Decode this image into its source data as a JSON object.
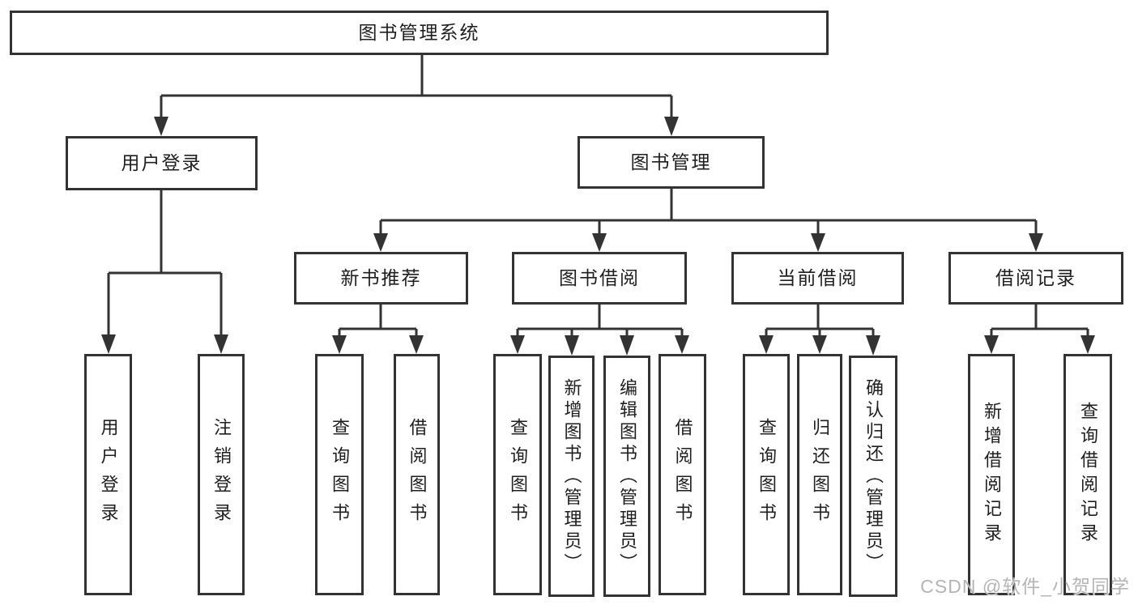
{
  "diagram": {
    "root": {
      "label": "图书管理系统"
    },
    "branches": [
      {
        "label": "用户登录",
        "children": [
          {
            "label": "用户登录"
          },
          {
            "label": "注销登录"
          }
        ]
      },
      {
        "label": "图书管理",
        "children": [
          {
            "label": "新书推荐",
            "children": [
              {
                "label": "查询图书"
              },
              {
                "label": "借阅图书"
              }
            ]
          },
          {
            "label": "图书借阅",
            "children": [
              {
                "label": "查询图书"
              },
              {
                "label": "新增图书（管理员）"
              },
              {
                "label": "编辑图书（管理员）"
              },
              {
                "label": "借阅图书"
              }
            ]
          },
          {
            "label": "当前借阅",
            "children": [
              {
                "label": "查询图书"
              },
              {
                "label": "归还图书"
              },
              {
                "label": "确认归还（管理员）"
              }
            ]
          },
          {
            "label": "借阅记录",
            "children": [
              {
                "label": "新增借阅记录"
              },
              {
                "label": "查询借阅记录"
              }
            ]
          }
        ]
      }
    ]
  },
  "watermark": {
    "text": "CSDN @软件_小贺同学"
  },
  "colors": {
    "line": "#333333",
    "text": "#1f1f1f",
    "background": "#ffffff",
    "watermark": "#b5b5b5"
  }
}
